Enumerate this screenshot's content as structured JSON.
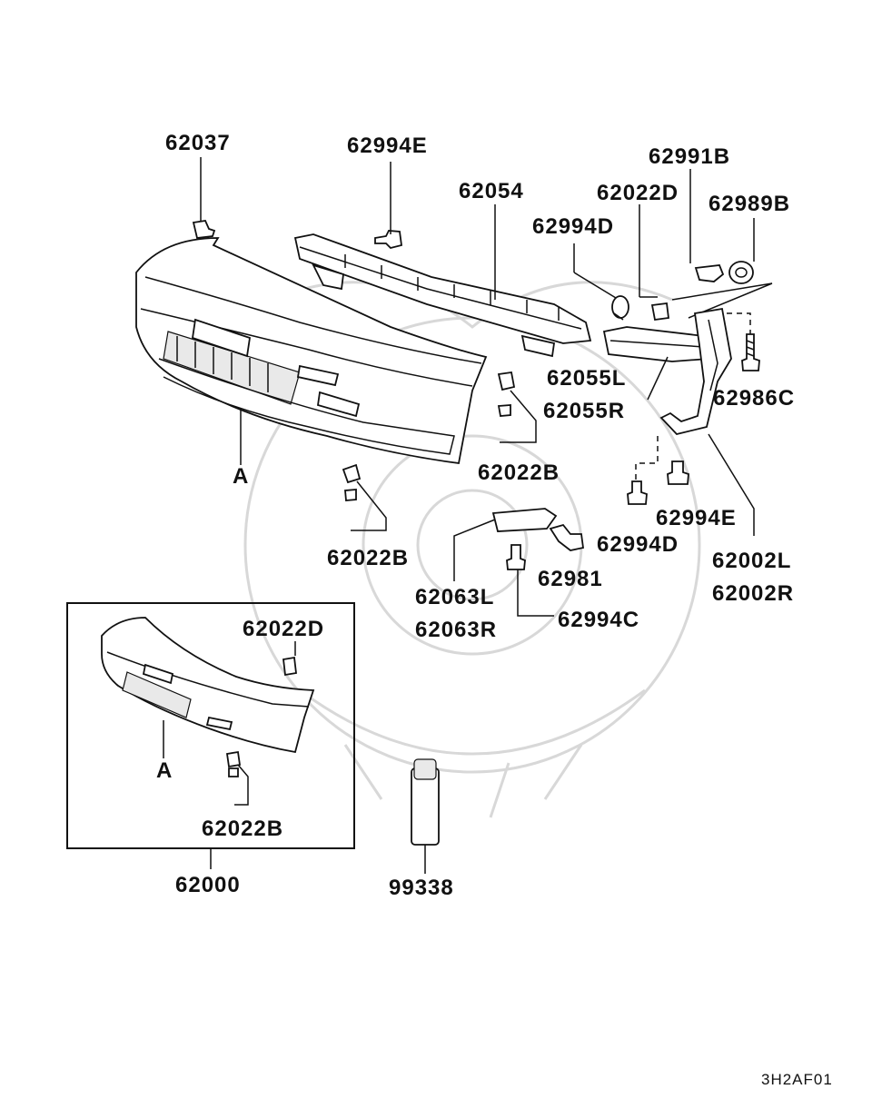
{
  "diagram": {
    "code": "3H2AF01",
    "parts": [
      {
        "id": "p62037",
        "number": "62037"
      },
      {
        "id": "p62994E_top",
        "number": "62994E"
      },
      {
        "id": "p62054",
        "number": "62054"
      },
      {
        "id": "p62991B",
        "number": "62991B"
      },
      {
        "id": "p62022D_top",
        "number": "62022D"
      },
      {
        "id": "p62989B",
        "number": "62989B"
      },
      {
        "id": "p62994D_top",
        "number": "62994D"
      },
      {
        "id": "p62055L",
        "number": "62055L"
      },
      {
        "id": "p62055R",
        "number": "62055R"
      },
      {
        "id": "p62986C",
        "number": "62986C"
      },
      {
        "id": "pA_main",
        "number": "A"
      },
      {
        "id": "p62022B_right",
        "number": "62022B"
      },
      {
        "id": "p62022B_left",
        "number": "62022B"
      },
      {
        "id": "p62994E_right",
        "number": "62994E"
      },
      {
        "id": "p62994D_right",
        "number": "62994D"
      },
      {
        "id": "p62002L",
        "number": "62002L"
      },
      {
        "id": "p62002R",
        "number": "62002R"
      },
      {
        "id": "p62981",
        "number": "62981"
      },
      {
        "id": "p62063L",
        "number": "62063L"
      },
      {
        "id": "p62063R",
        "number": "62063R"
      },
      {
        "id": "p62994C",
        "number": "62994C"
      },
      {
        "id": "p62022D_box",
        "number": "62022D"
      },
      {
        "id": "pA_box",
        "number": "A"
      },
      {
        "id": "p62022B_box",
        "number": "62022B"
      },
      {
        "id": "p62000",
        "number": "62000"
      },
      {
        "id": "p99338",
        "number": "99338"
      }
    ]
  }
}
